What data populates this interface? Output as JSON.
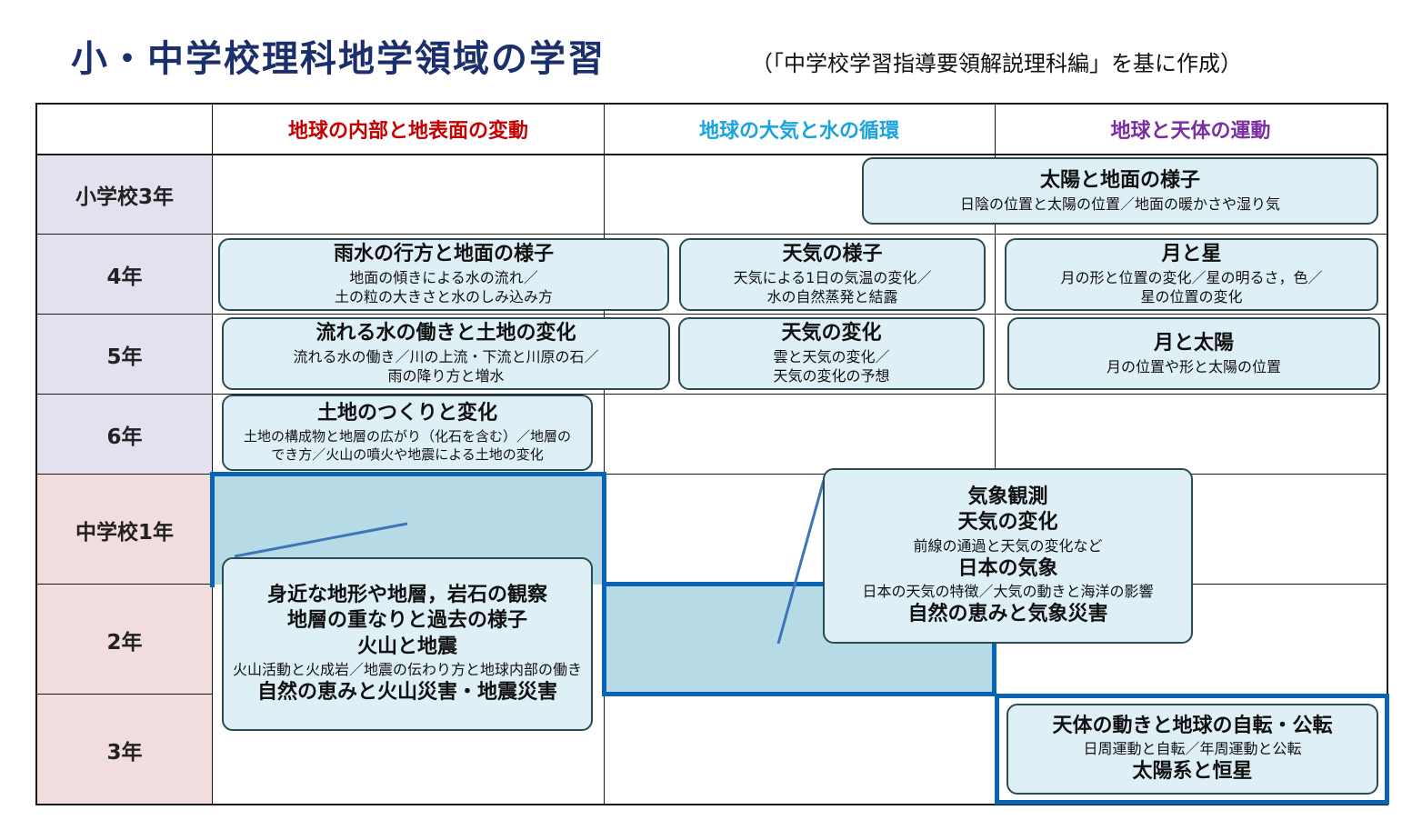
{
  "title": "小・中学校理科地学領域の学習",
  "source": "（「中学校学習指導要領解説理科編」を基に作成）",
  "columns": [
    {
      "label": "地球の内部と地表面の変動",
      "color": "#c40000"
    },
    {
      "label": "地球の大気と水の循環",
      "color": "#1aa3dc"
    },
    {
      "label": "地球と天体の運動",
      "color": "#7a2fa0"
    }
  ],
  "rows": [
    "小学校3年",
    "4年",
    "5年",
    "6年",
    "中学校1年",
    "2年",
    "3年"
  ],
  "boxes": {
    "e3_space": {
      "title": "太陽と地面の様子",
      "desc": "日陰の位置と太陽の位置／地面の暖かさや湿り気"
    },
    "e4_earth": {
      "title": "雨水の行方と地面の様子",
      "desc1": "地面の傾きによる水の流れ／",
      "desc2": "土の粒の大きさと水のしみ込み方"
    },
    "e4_air": {
      "title": "天気の様子",
      "desc1": "天気による1日の気温の変化／",
      "desc2": "水の自然蒸発と結露"
    },
    "e4_space": {
      "title": "月と星",
      "desc1": "月の形と位置の変化／星の明るさ，色／",
      "desc2": "星の位置の変化"
    },
    "e5_earth": {
      "title": "流れる水の働きと土地の変化",
      "desc1": "流れる水の働き／川の上流・下流と川原の石／",
      "desc2": "雨の降り方と増水"
    },
    "e5_air": {
      "title": "天気の変化",
      "desc1": "雲と天気の変化／",
      "desc2": "天気の変化の予想"
    },
    "e5_space": {
      "title": "月と太陽",
      "desc": "月の位置や形と太陽の位置"
    },
    "e6_earth": {
      "title": "土地のつくりと変化",
      "desc1": "土地の構成物と地層の広がり（化石を含む）／地層の",
      "desc2": "でき方／火山の噴火や地震による土地の変化"
    },
    "j_earth": {
      "t1": "身近な地形や地層，岩石の観察",
      "t2": "地層の重なりと過去の様子",
      "t3": "火山と地震",
      "desc": "火山活動と火成岩／地震の伝わり方と地球内部の働き",
      "t4": "自然の恵みと火山災害・地震災害"
    },
    "j_air": {
      "t1": "気象観測",
      "t2": "天気の変化",
      "d1": "前線の通過と天気の変化など",
      "t3": "日本の気象",
      "d2": "日本の天気の特徴／大気の動きと海洋の影響",
      "t4": "自然の恵みと気象災害"
    },
    "j_space": {
      "t1": "天体の動きと地球の自転・公転",
      "d1": "日周運動と自転／年周運動と公転",
      "t2": "太陽系と恒星"
    }
  },
  "colors": {
    "title": "#1a2f6b",
    "highlight": "#b7dbe6",
    "box_fill": "#deeff6",
    "blue_border": "#0a64b4",
    "elementary_row": "#e5e0ee",
    "junior_row": "#f1dcde"
  }
}
